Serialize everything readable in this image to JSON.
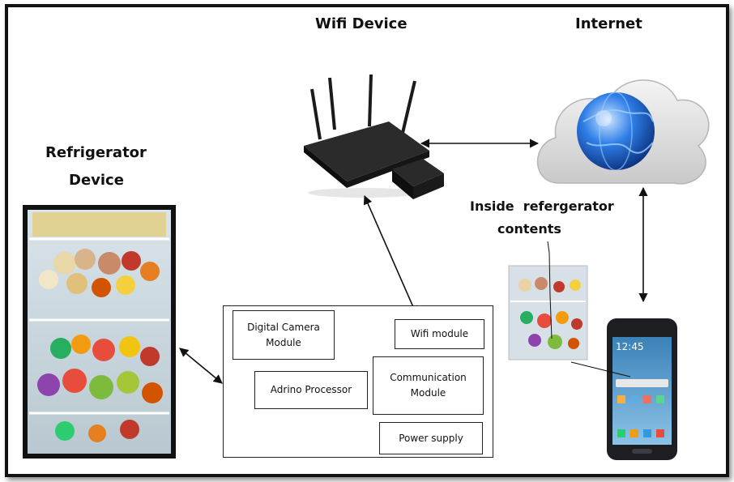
{
  "labels": {
    "wifi_device": "Wifi Device",
    "internet": "Internet",
    "refrigerator_line1": "Refrigerator",
    "refrigerator_line2": "Device",
    "inside_line1": "Inside  refergerator",
    "inside_line2": "contents"
  },
  "modules": {
    "digital_camera": "Digital Camera\nModule",
    "wifi_module": "Wifi module",
    "adrino_processor": "Adrino Processor",
    "communication": "Communication\nModule",
    "power_supply": "Power supply"
  },
  "phone_screen": {
    "time": "12:45"
  },
  "colors": {
    "frame": "#111111",
    "cloud": "#dcdcdc",
    "globe": "#1a5fd0",
    "router": "#1b1b1b",
    "phone": "#1c1e22",
    "phone_screen": "#2a6fa8"
  }
}
